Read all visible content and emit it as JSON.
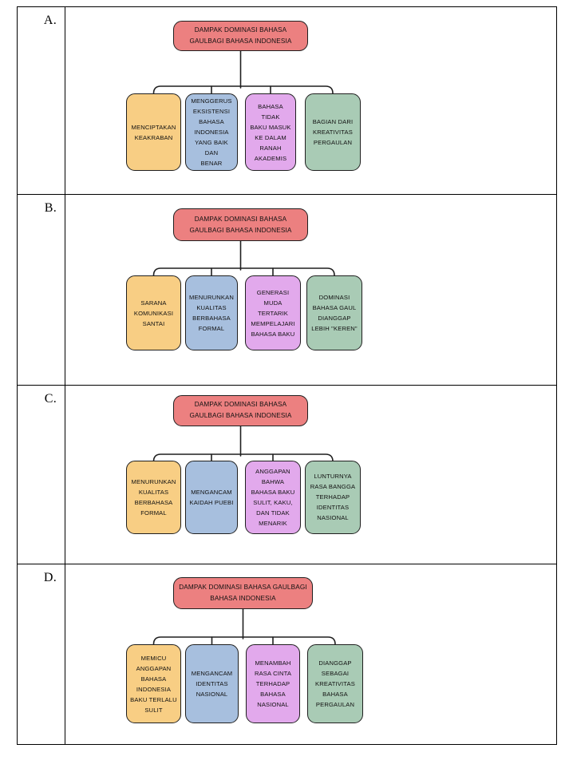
{
  "document": {
    "type": "multiple-choice-diagram-sheet",
    "colors": {
      "root": "#EC8080",
      "orange": "#F8CE84",
      "blue": "#A7BFDE",
      "purple": "#E2A9EC",
      "green": "#A9CBB5",
      "stroke": "#1f1f1f",
      "table_border": "#000000"
    }
  },
  "options": [
    {
      "label": "A.",
      "root": "DAMPAK DOMINASI BAHASA GAUL BAGI BAHASA INDONESIA",
      "root_lines": [
        "DAMPAK DOMINASI BAHASA GAUL",
        "BAGI BAHASA INDONESIA"
      ],
      "children": [
        {
          "color": "orange",
          "text": "MENCIPTAKAN KEAKRABAN",
          "lines": [
            "MENCIPTAKAN",
            "KEAKRABAN"
          ]
        },
        {
          "color": "blue",
          "text": "MENGGERUS EKSISTENSI BAHASA INDONESIA YANG BAIK DAN BENAR",
          "lines": [
            "MENGGERUS",
            "EKSISTENSI",
            "BAHASA",
            "INDONESIA",
            "YANG BAIK DAN",
            "BENAR"
          ]
        },
        {
          "color": "purple",
          "text": "BAHASA TIDAK BAKU MASUK KE DALAM RANAH AKADEMIS",
          "lines": [
            "BAHASA TIDAK",
            "BAKU MASUK",
            "KE DALAM",
            "RANAH",
            "AKADEMIS"
          ]
        },
        {
          "color": "green",
          "text": "BAGIAN DARI KREATIVITAS PERGAULAN",
          "lines": [
            "BAGIAN DARI",
            "KREATIVITAS",
            "PERGAULAN"
          ]
        }
      ]
    },
    {
      "label": "B.",
      "root": "DAMPAK DOMINASI BAHASA GAUL BAGI BAHASA INDONESIA",
      "root_lines": [
        "DAMPAK DOMINASI BAHASA GAUL",
        "BAGI BAHASA INDONESIA"
      ],
      "children": [
        {
          "color": "orange",
          "text": "SARANA KOMUNIKASI SANTAI",
          "lines": [
            "SARANA",
            "KOMUNIKASI",
            "SANTAI"
          ]
        },
        {
          "color": "blue",
          "text": "MENURUNKAN KUALITAS BERBAHASA FORMAL",
          "lines": [
            "MENURUNKAN",
            "KUALITAS",
            "BERBAHASA",
            "FORMAL"
          ]
        },
        {
          "color": "purple",
          "text": "GENERASI MUDA TERTARIK MEMPELAJARI BAHASA BAKU",
          "lines": [
            "GENERASI",
            "MUDA",
            "TERTARIK",
            "MEMPELAJARI",
            "BAHASA BAKU"
          ]
        },
        {
          "color": "green",
          "text": "DOMINASI BAHASA GAUL DIANGGAP LEBIH \"KEREN\"",
          "lines": [
            "DOMINASI",
            "BAHASA GAUL",
            "DIANGGAP",
            "LEBIH \"KEREN\""
          ]
        }
      ]
    },
    {
      "label": "C.",
      "root": "DAMPAK DOMINASI BAHASA GAUL BAGI BAHASA INDONESIA",
      "root_lines": [
        "DAMPAK DOMINASI BAHASA GAUL",
        "BAGI BAHASA INDONESIA"
      ],
      "children": [
        {
          "color": "orange",
          "text": "MENURUNKAN KUALITAS BERBAHASA FORMAL",
          "lines": [
            "MENURUNKAN",
            "KUALITAS",
            "BERBAHASA",
            "FORMAL"
          ]
        },
        {
          "color": "blue",
          "text": "MENGANCAM KAIDAH PUEBI",
          "lines": [
            "MENGANCAM",
            "KAIDAH PUEBI"
          ]
        },
        {
          "color": "purple",
          "text": "ANGGAPAN BAHWA BAHASA BAKU SULIT, KAKU, DAN TIDAK MENARIK",
          "lines": [
            "ANGGAPAN",
            "BAHWA",
            "BAHASA BAKU",
            "SULIT, KAKU,",
            "DAN TIDAK",
            "MENARIK"
          ]
        },
        {
          "color": "green",
          "text": "LUNTURNYA RASA BANGGA TERHADAP IDENTITAS NASIONAL",
          "lines": [
            "LUNTURNYA",
            "RASA BANGGA",
            "TERHADAP",
            "IDENTITAS",
            "NASIONAL"
          ]
        }
      ]
    },
    {
      "label": "D.",
      "root": "DAMPAK DOMINASI BAHASA GAUL BAGI BAHASA INDONESIA",
      "root_lines": [
        "DAMPAK DOMINASI BAHASA GAUL",
        "BAGI BAHASA INDONESIA"
      ],
      "children": [
        {
          "color": "orange",
          "text": "MEMICU ANGGAPAN BAHASA INDONESIA BAKU TERLALU SULIT",
          "lines": [
            "MEMICU",
            "ANGGAPAN",
            "BAHASA",
            "INDONESIA",
            "BAKU TERLALU",
            "SULIT"
          ]
        },
        {
          "color": "blue",
          "text": "MENGANCAM IDENTITAS NASIONAL",
          "lines": [
            "MENGANCAM",
            "IDENTITAS",
            "NASIONAL"
          ]
        },
        {
          "color": "purple",
          "text": "MENAMBAH RASA CINTA TERHADAP BAHASA NASIONAL",
          "lines": [
            "MENAMBAH",
            "RASA CINTA",
            "TERHADAP",
            "BAHASA",
            "NASIONAL"
          ]
        },
        {
          "color": "green",
          "text": "DIANGGAP SEBAGAI KREATIVITAS BAHASA PERGAULAN",
          "lines": [
            "DIANGGAP",
            "SEBAGAI",
            "KREATIVITAS",
            "BAHASA",
            "PERGAULAN"
          ]
        }
      ]
    }
  ]
}
